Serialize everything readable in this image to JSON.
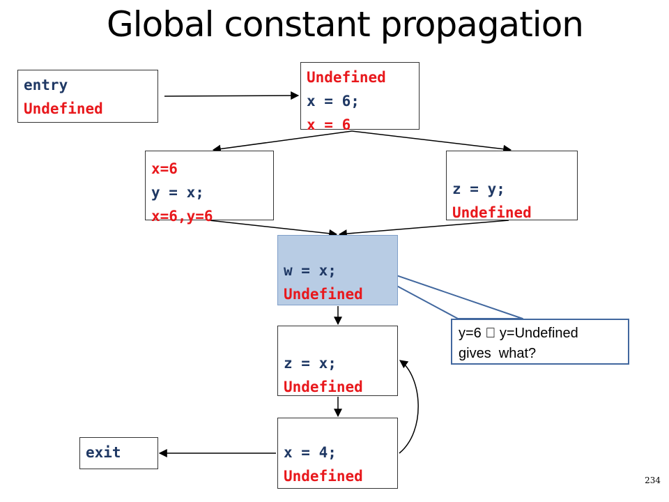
{
  "title": "Global constant propagation",
  "slide_number": "234",
  "nodes": {
    "entry": {
      "line1": "entry",
      "line2": "Undefined"
    },
    "b1": {
      "line1": "Undefined",
      "line2": "x = 6;",
      "line3": "x = 6"
    },
    "b2": {
      "line1": "x=6",
      "line2": "y = x;",
      "line3": "x=6,y=6"
    },
    "b3": {
      "line1": "z = y;",
      "line2": "Undefined"
    },
    "b4": {
      "line1": "w = x;",
      "line2": "Undefined"
    },
    "b5": {
      "line1": "z = x;",
      "line2": "Undefined"
    },
    "b6": {
      "line1": "x = 4;",
      "line2": "Undefined"
    },
    "exit": {
      "line1": "exit"
    }
  },
  "callout": {
    "line1": "y=6  y=Undefined",
    "line2": "gives  what?"
  },
  "colors": {
    "code": "#1f3864",
    "state": "#e8181c",
    "highlight": "#b8cce4",
    "callout_border": "#41679e"
  }
}
